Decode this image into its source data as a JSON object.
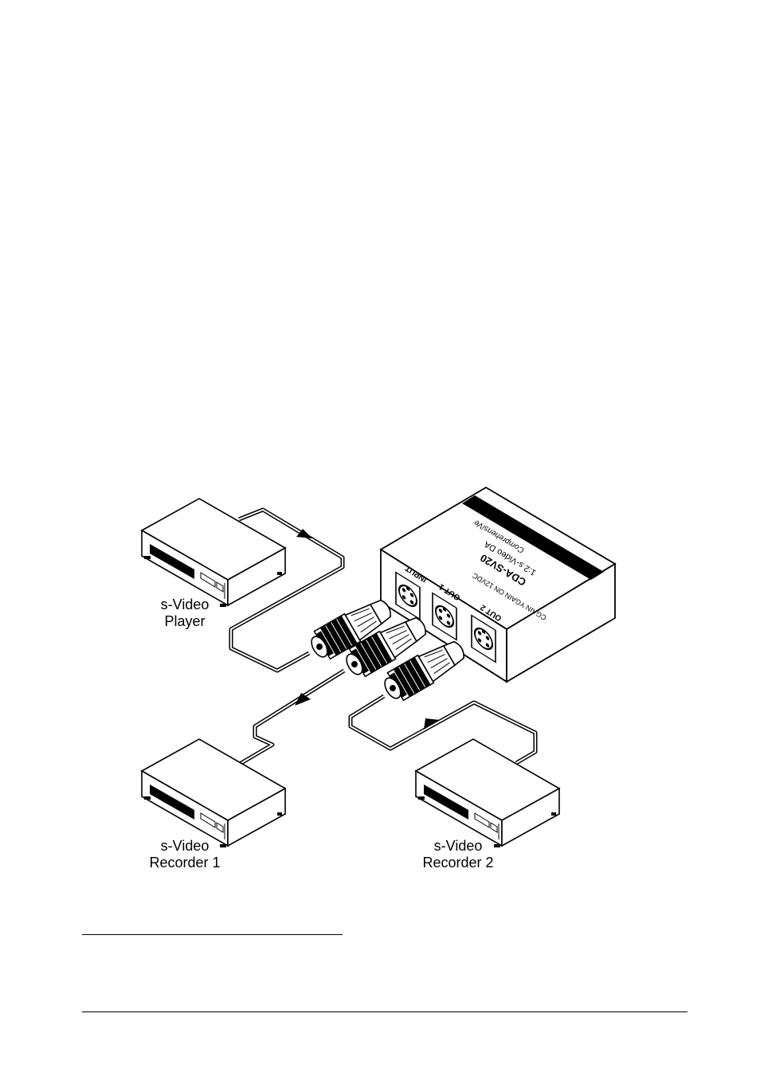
{
  "devices": {
    "player": {
      "line1": "s-Video",
      "line2": "Player"
    },
    "recorder1": {
      "line1": "s-Video",
      "line2": "Recorder 1"
    },
    "recorder2": {
      "line1": "s-Video",
      "line2": "Recorder 2"
    }
  },
  "distributor": {
    "model": "CDA-SV20",
    "subtitle": "1:2 s-Video DA",
    "brand": "ComprehensiVe",
    "controls": "CGAIN  YGAIN  ON  12VDC",
    "ports": {
      "input": "INPUT",
      "out1": "OUT 1",
      "out2": "OUT 2"
    }
  }
}
